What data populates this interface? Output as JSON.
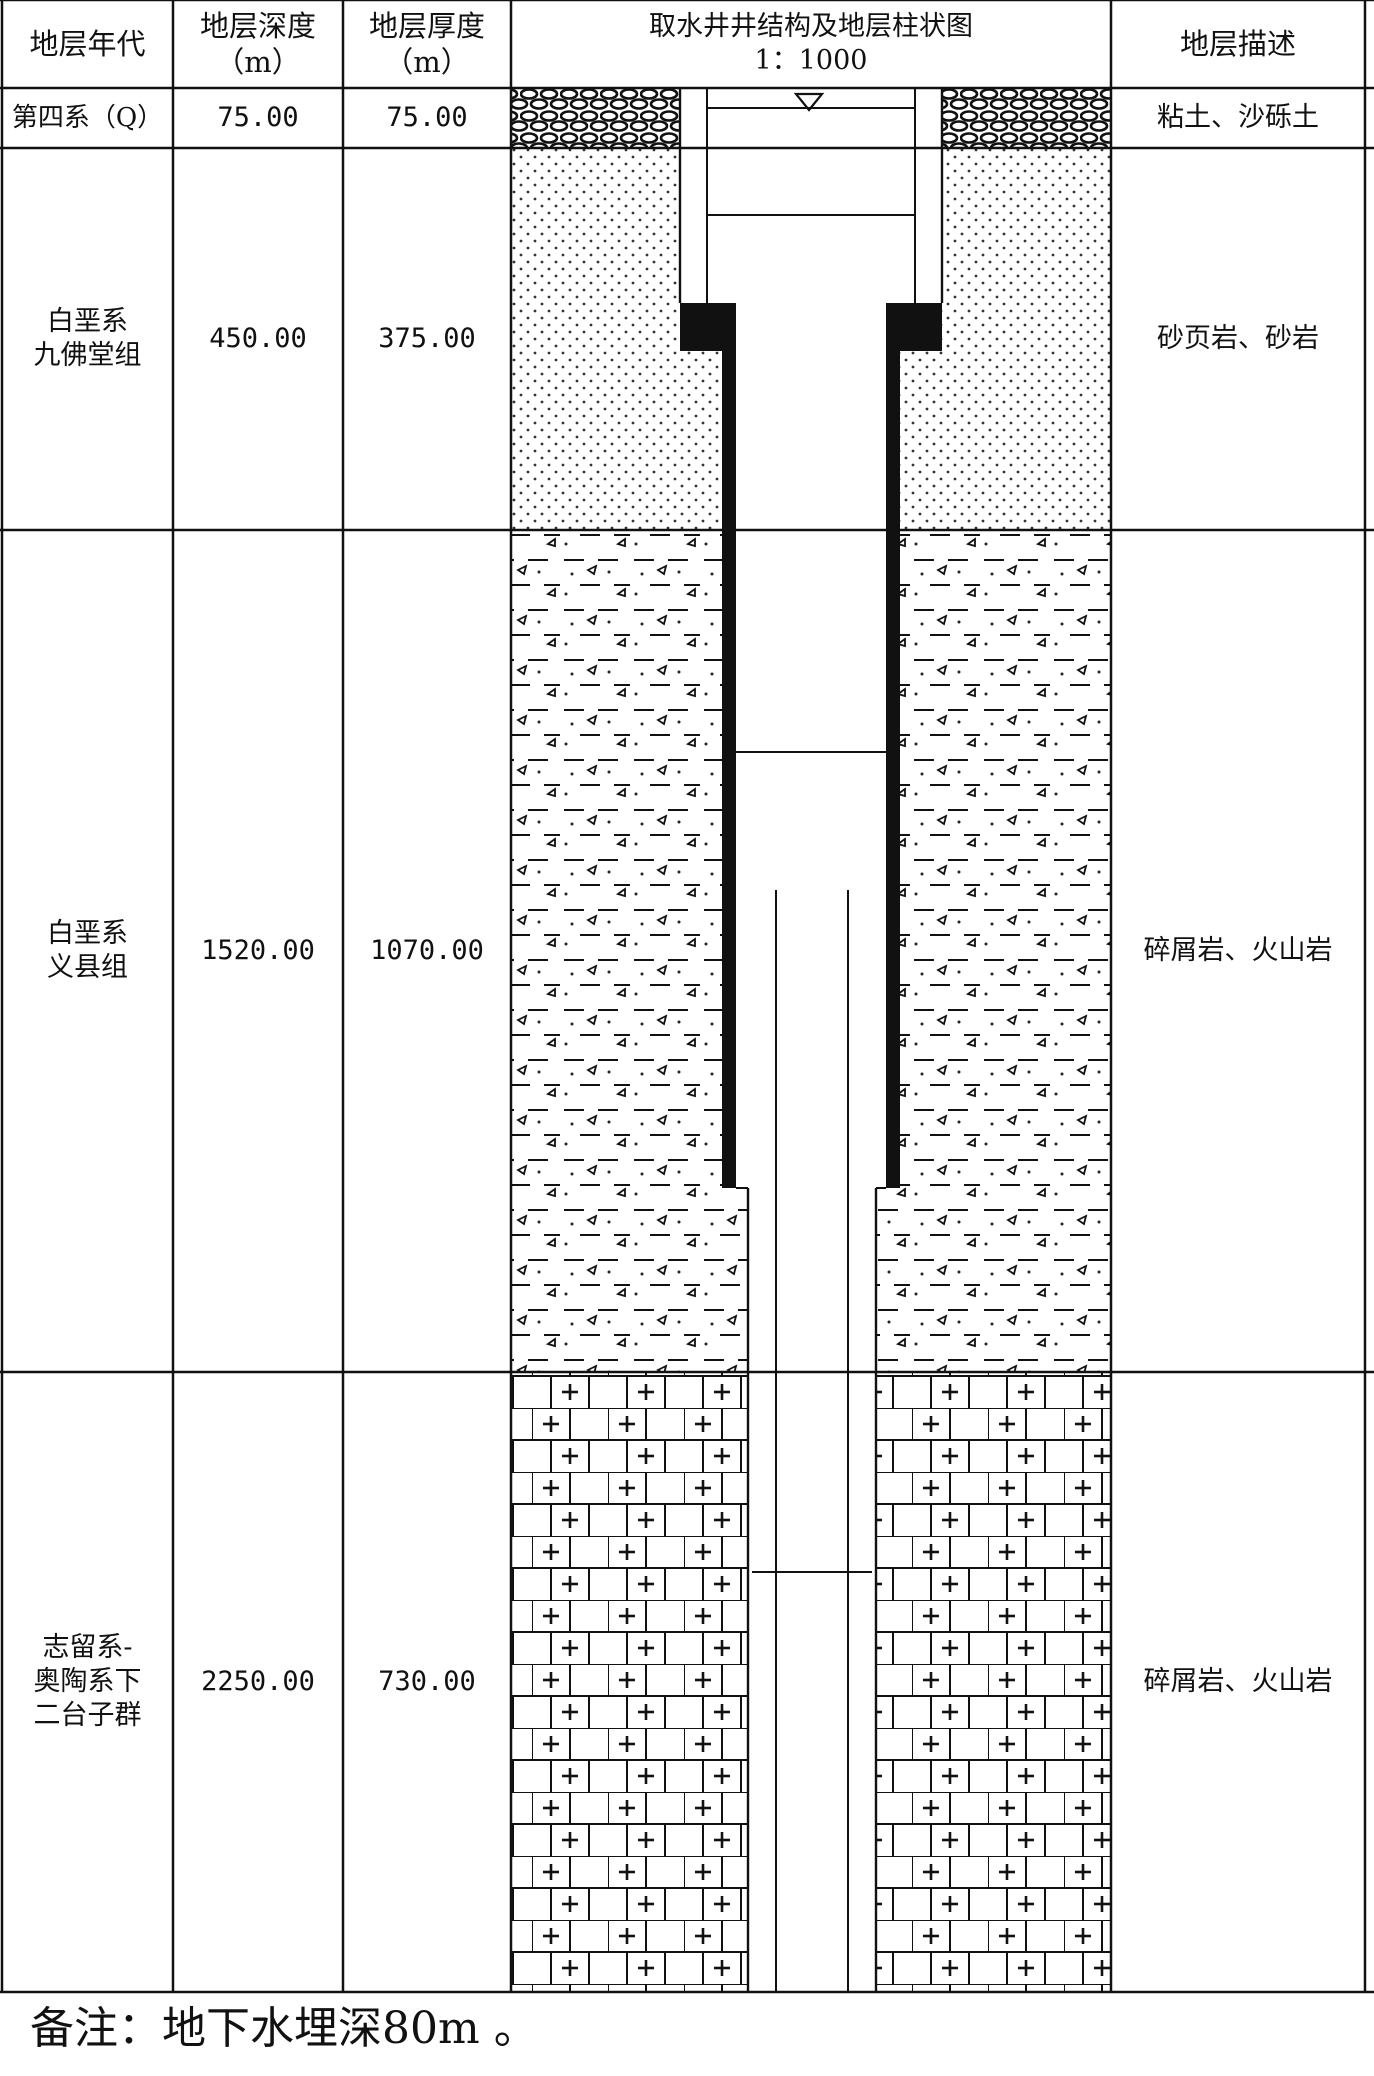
{
  "table": {
    "headers": {
      "era": "地层年代",
      "depth_line1": "地层深度",
      "depth_line2": "（m）",
      "thickness_line1": "地层厚度",
      "thickness_line2": "（m）",
      "column_line1": "取水井井结构及地层柱状图",
      "column_line2": "1：1000",
      "description": "地层描述"
    },
    "rows": [
      {
        "era_lines": [
          "第四系（Q）"
        ],
        "depth": "75.00",
        "thickness": "75.00",
        "description": "粘土、沙砾土",
        "lithology": "gravel"
      },
      {
        "era_lines": [
          "白垩系",
          "九佛堂组"
        ],
        "depth": "450.00",
        "thickness": "375.00",
        "description": "砂页岩、砂岩",
        "lithology": "sandstone"
      },
      {
        "era_lines": [
          "白垩系",
          "义县组"
        ],
        "depth": "1520.00",
        "thickness": "1070.00",
        "description": "碎屑岩、火山岩",
        "lithology": "clastic-volcanic"
      },
      {
        "era_lines": [
          "志留系-",
          "奥陶系下",
          "二台子群"
        ],
        "depth": "2250.00",
        "thickness": "730.00",
        "description": "碎屑岩、火山岩",
        "lithology": "brick-cross"
      }
    ]
  },
  "remark": {
    "text": "备注：地下水埋深80m 。"
  },
  "colors": {
    "line": "#111111",
    "background": "#ffffff",
    "casing": "#111111"
  }
}
